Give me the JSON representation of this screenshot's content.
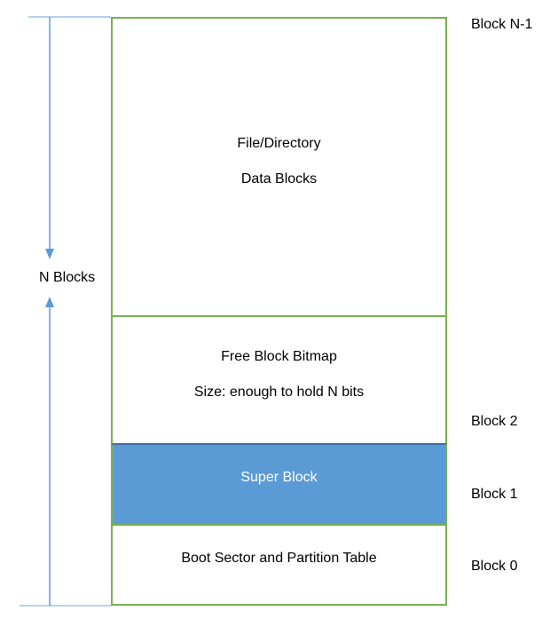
{
  "regions": {
    "data": {
      "line1": "File/Directory",
      "line2": "Data Blocks"
    },
    "bitmap": {
      "line1": "Free Block Bitmap",
      "line2": "Size: enough to hold N bits"
    },
    "super": {
      "label": "Super Block"
    },
    "boot": {
      "label": "Boot Sector and Partition Table"
    }
  },
  "block_labels": {
    "top": "Block N-1",
    "block2": "Block 2",
    "block1": "Block 1",
    "block0": "Block 0"
  },
  "span": {
    "label": "N Blocks"
  },
  "colors": {
    "border": "#77b150",
    "super_fill": "#5b9bd5",
    "arrow": "#5b9bd5"
  }
}
